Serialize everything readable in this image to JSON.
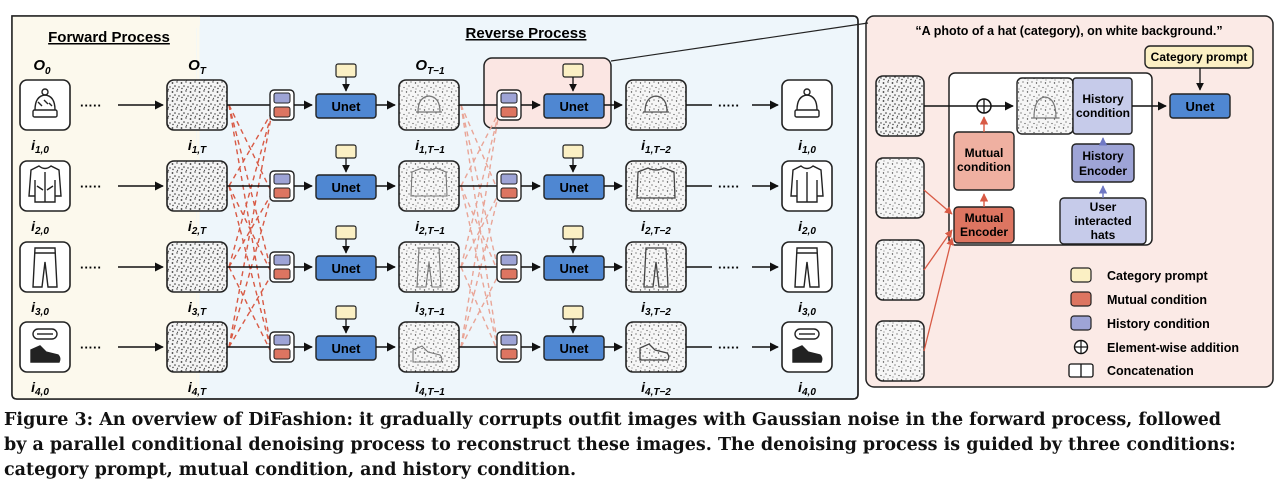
{
  "panels": {
    "forward_title": "Forward Process",
    "reverse_title": "Reverse Process",
    "prompt_quote": "“A photo of a hat (category), on white background.”"
  },
  "labels": {
    "o0": "O",
    "o0_sub": "0",
    "oT": "O",
    "oT_sub": "T",
    "oT1": "O",
    "oT1_sub": "T−1",
    "dots": "·····",
    "unet": "Unet",
    "rows": [
      {
        "i0": "i",
        "i0_sub": "1,0",
        "iT": "i",
        "iT_sub": "1,T",
        "iT1": "i",
        "iT1_sub": "1,T−1",
        "iT2": "i",
        "iT2_sub": "1,T−2",
        "out": "i",
        "out_sub": "1,0"
      },
      {
        "i0": "i",
        "i0_sub": "2,0",
        "iT": "i",
        "iT_sub": "2,T",
        "iT1": "i",
        "iT1_sub": "2,T−1",
        "iT2": "i",
        "iT2_sub": "2,T−2",
        "out": "i",
        "out_sub": "2,0"
      },
      {
        "i0": "i",
        "i0_sub": "3,0",
        "iT": "i",
        "iT_sub": "3,T",
        "iT1": "i",
        "iT1_sub": "3,T−1",
        "iT2": "i",
        "iT2_sub": "3,T−2",
        "out": "i",
        "out_sub": "3,0"
      },
      {
        "i0": "i",
        "i0_sub": "4,0",
        "iT": "i",
        "iT_sub": "4,T",
        "iT1": "i",
        "iT1_sub": "4,T−1",
        "iT2": "i",
        "iT2_sub": "4,T−2",
        "out": "i",
        "out_sub": "4,0"
      }
    ]
  },
  "detail": {
    "category_prompt": "Category prompt",
    "history_condition_l1": "History",
    "history_condition_l2": "condition",
    "unet": "Unet",
    "mutual_condition_l1": "Mutual",
    "mutual_condition_l2": "condition",
    "history_encoder_l1": "History",
    "history_encoder_l2": "Encoder",
    "user_hats_l1": "User",
    "user_hats_l2": "interacted",
    "user_hats_l3": "hats",
    "mutual_encoder_l1": "Mutual",
    "mutual_encoder_l2": "Encoder"
  },
  "legend": [
    {
      "label": "Category prompt",
      "color": "#fbf0c4",
      "kind": "swatch"
    },
    {
      "label": "Mutual condition",
      "color": "#dd7561",
      "kind": "swatch"
    },
    {
      "label": "History condition",
      "color": "#9ea4d6",
      "kind": "swatch"
    },
    {
      "label": "Element-wise addition",
      "kind": "oplus"
    },
    {
      "label": "Concatenation",
      "kind": "concat"
    }
  ],
  "colors": {
    "forward_bg": "#fcf9ed",
    "reverse_bg": "#eef6fb",
    "detail_bg": "#fbeae6",
    "highlight_bg": "#fbe6e3",
    "unet": "#4f87d2",
    "prompt": "#fbf0c4",
    "mutual": "#dd7561",
    "mutual_light": "#efb0a1",
    "history": "#9ea4d6",
    "history_light": "#c6cbea",
    "dash": "#d85a45"
  },
  "caption": {
    "line1": "Figure 3: An overview of DiFashion: it gradually corrupts outfit images with Gaussian noise in the forward process, followed",
    "line2": "by a parallel conditional denoising process to reconstruct these images. The denoising process is guided by three conditions:",
    "line3": "category prompt, mutual condition, and history condition."
  }
}
